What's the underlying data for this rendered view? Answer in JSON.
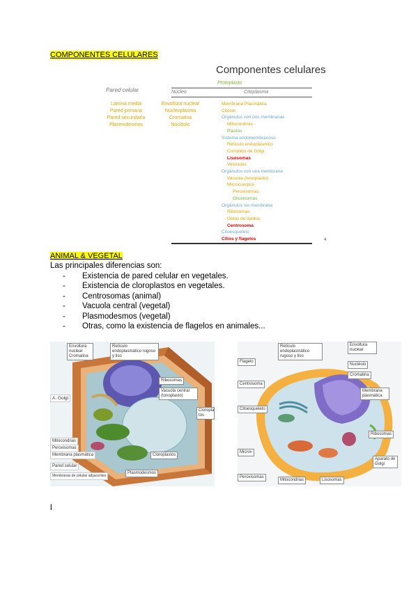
{
  "heading1": "COMPONENTES CELULARES",
  "slide": {
    "title": "Componentes celulares",
    "protoplasto": "Protoplasto",
    "pared_title": "Pared celular",
    "pared_items": [
      "Lámina media",
      "Pared primaria",
      "Pared secundaria",
      "Plasmodesmos"
    ],
    "nucleo_title": "Núcleo",
    "nucleo_items": [
      "Envoltura nuclear",
      "Nucleoplasma",
      "Cromatina",
      "Nucléolo"
    ],
    "cito_title": "Citoplasma",
    "cito_items": [
      {
        "text": "Membrana Plasmática",
        "cls": "orange",
        "indent": 0
      },
      {
        "text": "Citosol",
        "cls": "orange",
        "indent": 0
      },
      {
        "text": "Orgánulos con dos membranas",
        "cls": "ltblue",
        "indent": 0
      },
      {
        "text": "Mitocondrias",
        "cls": "orange",
        "indent": 1
      },
      {
        "text": "Plastos",
        "cls": "green",
        "indent": 1
      },
      {
        "text": "Sistema endomembranoso",
        "cls": "ltblue",
        "indent": 0
      },
      {
        "text": "Retículo endoplásmico",
        "cls": "orange",
        "indent": 1
      },
      {
        "text": "Complejo de Golgi",
        "cls": "orange",
        "indent": 1
      },
      {
        "text": "Lisosomas",
        "cls": "red",
        "indent": 1
      },
      {
        "text": "Vesículas",
        "cls": "orange",
        "indent": 1
      },
      {
        "text": "Orgánulos con una membrana",
        "cls": "ltblue",
        "indent": 0
      },
      {
        "text": "Vacuola (tonoplasto)",
        "cls": "orange",
        "indent": 1
      },
      {
        "text": "Microcuerpos",
        "cls": "orange",
        "indent": 1
      },
      {
        "text": "Peroxisomas",
        "cls": "orange",
        "indent": 2
      },
      {
        "text": "Glioxisomas",
        "cls": "green",
        "indent": 2
      },
      {
        "text": "Orgánulos sin membrana",
        "cls": "ltblue",
        "indent": 0
      },
      {
        "text": "Ribosomas",
        "cls": "orange",
        "indent": 1
      },
      {
        "text": "Gotas de lípidos",
        "cls": "orange",
        "indent": 1
      },
      {
        "text": "Centrosoma",
        "cls": "red",
        "indent": 1
      },
      {
        "text": "Citoesqueleto",
        "cls": "ltblue",
        "indent": 0
      },
      {
        "text": "Cilios y flagelos",
        "cls": "red",
        "indent": 0
      }
    ],
    "page_number": "4"
  },
  "heading2": "ANIMAL & VEGETAL",
  "intro": "Las principales diferencias son:",
  "differences": [
    "Existencia de pared celular en vegetales.",
    "Existencia de cloroplastos en vegetales.",
    "Centrosomas (animal)",
    "Vacuola central (vegetal)",
    "Plasmodesmos (vegetal)",
    "Otras, como la existencia de flagelos en animales..."
  ],
  "plant_labels": {
    "env": "Envoltura nuclear Cromatina",
    "reticulo": "Retículo endoplasmático rugoso y liso",
    "ribosomas": "Ribosomas",
    "vacuola": "Vacuola central (tonoplasto)",
    "golgi": "A. Golgi",
    "cloroplastos_side": "Cloroplas tos",
    "mito": "Mitocondrias",
    "perox": "Peroxisomas",
    "membrana": "Membrana plasmática",
    "pared": "Pared celular",
    "pared2": "Membranas de células adyacentes",
    "cloroplastos": "Cloroplastos",
    "plasmodesmos": "Plasmodesmos"
  },
  "animal_labels": {
    "reticulo": "Retículo endoplasmático rugoso y liso",
    "env": "Envoltura nuclear",
    "nucleolo": "Nucléolo",
    "cromatina": "Cromatina",
    "flagelo": "Flagelo",
    "centrosoma": "Centrosoma",
    "membrana": "Membrana plasmática",
    "citoesqueleto": "Citoesqueleto",
    "ribosomas": "Ribosomas",
    "microv": "Microv",
    "golgi": "Aparato de Golgi",
    "perox": "Peroxisomas",
    "mito": "Mitocondrias",
    "lisosomas": "Lisosomas"
  },
  "cursor_mark": "l"
}
